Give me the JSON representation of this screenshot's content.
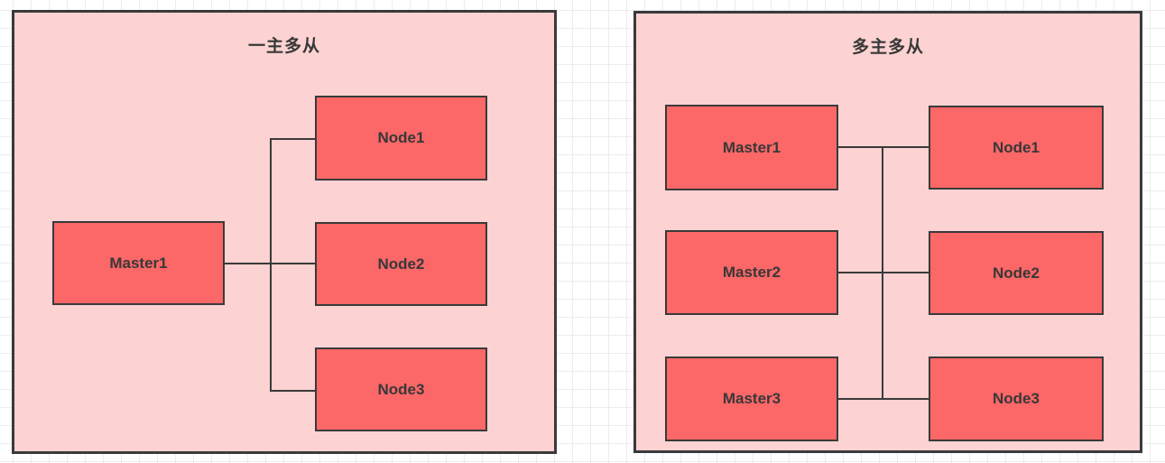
{
  "colors": {
    "canvas_bg": "#FFFFFF",
    "grid_line": "#ECECEC",
    "panel_fill": "#FCD2D2",
    "node_fill": "#FC6767",
    "stroke": "#3A3A3A",
    "text": "#383838"
  },
  "panels": [
    {
      "title": "一主多从",
      "nodes": [
        {
          "label": "Master1"
        },
        {
          "label": "Node1"
        },
        {
          "label": "Node2"
        },
        {
          "label": "Node3"
        }
      ]
    },
    {
      "title": "多主多从",
      "nodes": [
        {
          "label": "Master1"
        },
        {
          "label": "Master2"
        },
        {
          "label": "Master3"
        },
        {
          "label": "Node1"
        },
        {
          "label": "Node2"
        },
        {
          "label": "Node3"
        }
      ]
    }
  ]
}
